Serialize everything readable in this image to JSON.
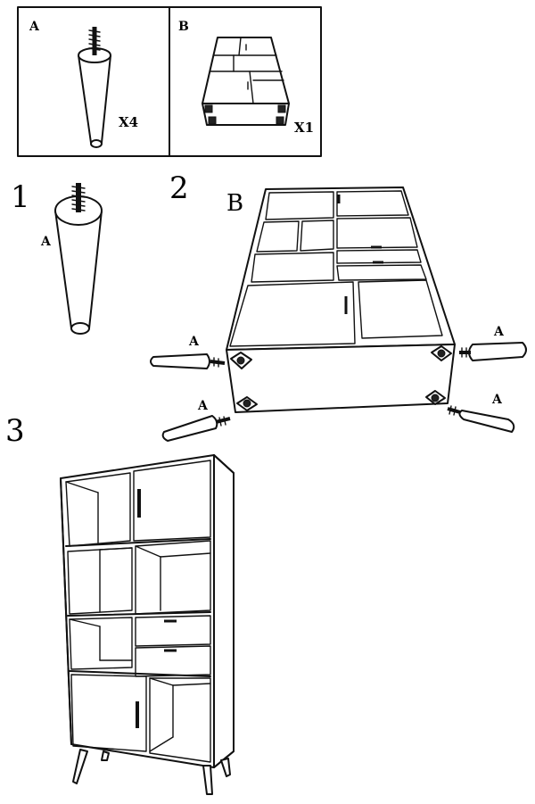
{
  "parts_box": {
    "part_a": {
      "letter": "A",
      "quantity": "X4"
    },
    "part_b": {
      "letter": "B",
      "quantity": "X1"
    }
  },
  "steps": [
    {
      "number": "1",
      "part_label": "A"
    },
    {
      "number": "2",
      "part_label": "B",
      "leg_labels": [
        "A",
        "A",
        "A",
        "A"
      ]
    },
    {
      "number": "3"
    }
  ]
}
